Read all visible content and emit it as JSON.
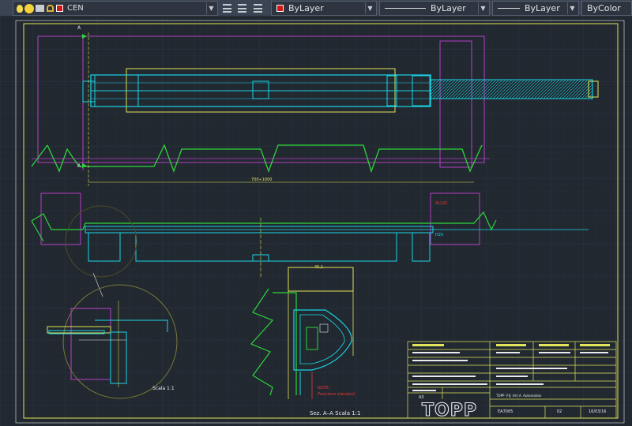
{
  "toolbar": {
    "layer_name": "CEN",
    "color": "ByLayer",
    "linetype": "ByLayer",
    "lineweight": "ByLayer",
    "plot_style": "ByColor"
  },
  "drawing": {
    "section_marker": "A",
    "dimension_width": "700÷1000",
    "detail_scale": "Scala 1:1",
    "section_title": "Sez. A–A   Scala 1:1",
    "note_title": "NOTE:",
    "note_text": "Posizione standard",
    "dim_top": "45,1",
    "dim_left": "ALLSS",
    "dim_right": "H20"
  },
  "title_block": {
    "logo": "TOPP",
    "code": "EA7005",
    "sheet": "02",
    "date": "16/03/16",
    "description": "TOPP 구동 모터 A. Automation",
    "scale_small": "A3"
  },
  "colors": {
    "background": "#212830",
    "cyan": "#19d6e6",
    "yellow": "#e2e45a",
    "magenta": "#b73ec7",
    "green": "#2dd63a",
    "red": "#e23a3a",
    "white": "#e9ecef"
  }
}
